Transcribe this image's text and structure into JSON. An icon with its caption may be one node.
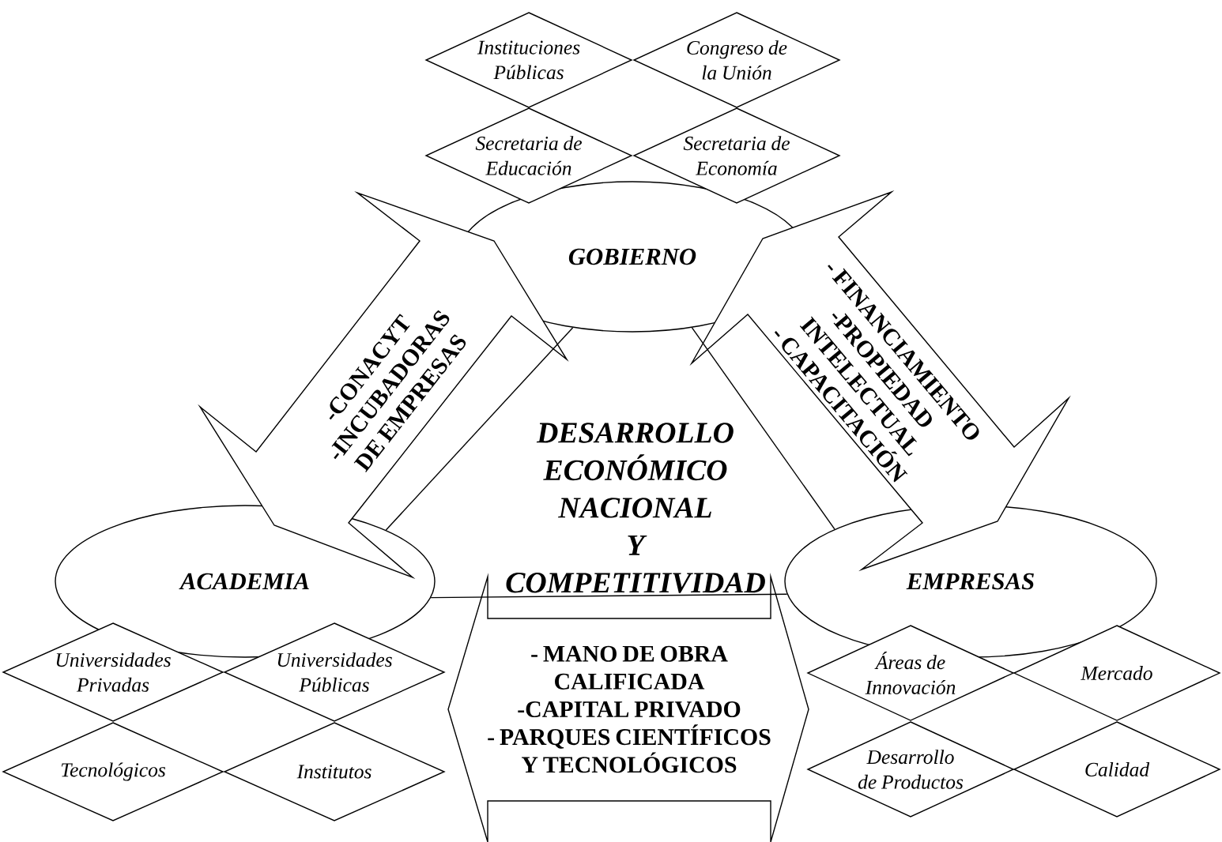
{
  "diagram": {
    "nodes": [
      {
        "text": [
          "Instituciones Públicas"
        ]
      },
      {
        "text": [
          "Congreso de la Unión"
        ]
      },
      {
        "text": [
          "Secretaria de Educación"
        ]
      },
      {
        "text": [
          "Secretaria de Economía"
        ]
      },
      {
        "text": [
          "GOBIERNO"
        ]
      },
      {
        "text": [
          "-CONACYT",
          "-INCUBADORAS DE EMPRESAS"
        ]
      },
      {
        "text": [
          "- FINANCIAMIENTO",
          "-PROPIEDAD INTELECTUAL",
          "- CAPACITACIÓN"
        ]
      },
      {
        "text": [
          "ACADEMIA"
        ]
      },
      {
        "text": [
          "EMPRESAS"
        ]
      },
      {
        "text": [
          "- MANO DE OBRA CALIFICADA",
          "-CAPITAL PRIVADO",
          "- PARQUES CIENTÍFICOS Y TECNOLÓGICOS"
        ]
      },
      {
        "text": [
          "Universidades Privadas"
        ]
      },
      {
        "text": [
          "Universidades Públicas"
        ]
      },
      {
        "text": [
          "Áreas de Innovación"
        ]
      },
      {
        "text": [
          "Mercado"
        ]
      },
      {
        "text": [
          "Tecnológicos"
        ]
      },
      {
        "text": [
          "Institutos"
        ]
      },
      {
        "text": [
          "Desarrollo de Productos"
        ]
      },
      {
        "text": [
          "Calidad"
        ]
      }
    ],
    "edges": [
      {
        "from": 4,
        "to": 7,
        "arrow": "none"
      },
      {
        "from": 4,
        "to": 8,
        "arrow": "none"
      },
      {
        "from": 7,
        "to": 8,
        "arrow": "none"
      }
    ],
    "labels": [
      "DESARROLLO ECONÓMICO NACIONAL Y COMPETITIVIDAD"
    ]
  }
}
